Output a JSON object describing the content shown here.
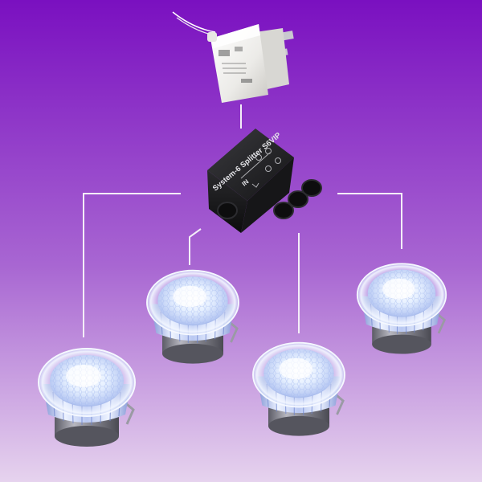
{
  "scene": {
    "kind": "product-photo",
    "background_top": "#7a10c0",
    "background_bottom": "#e6d3ee",
    "wire_color": "#f4eef8",
    "led_glow_color": "#dfeaff",
    "product_colors": {
      "adapter_body": "#f2f2f0",
      "splitter_body": "#1c1c1e",
      "steel_base": "#8b8b95"
    }
  },
  "adapter": {
    "icon": "uk-plug-power-adapter"
  },
  "splitter": {
    "label": "System-6 Splitter S6VIP",
    "input_label": "IN",
    "outlet_count": 4
  },
  "lights": {
    "count": 4,
    "icon": "recessed-led-deck-light"
  }
}
